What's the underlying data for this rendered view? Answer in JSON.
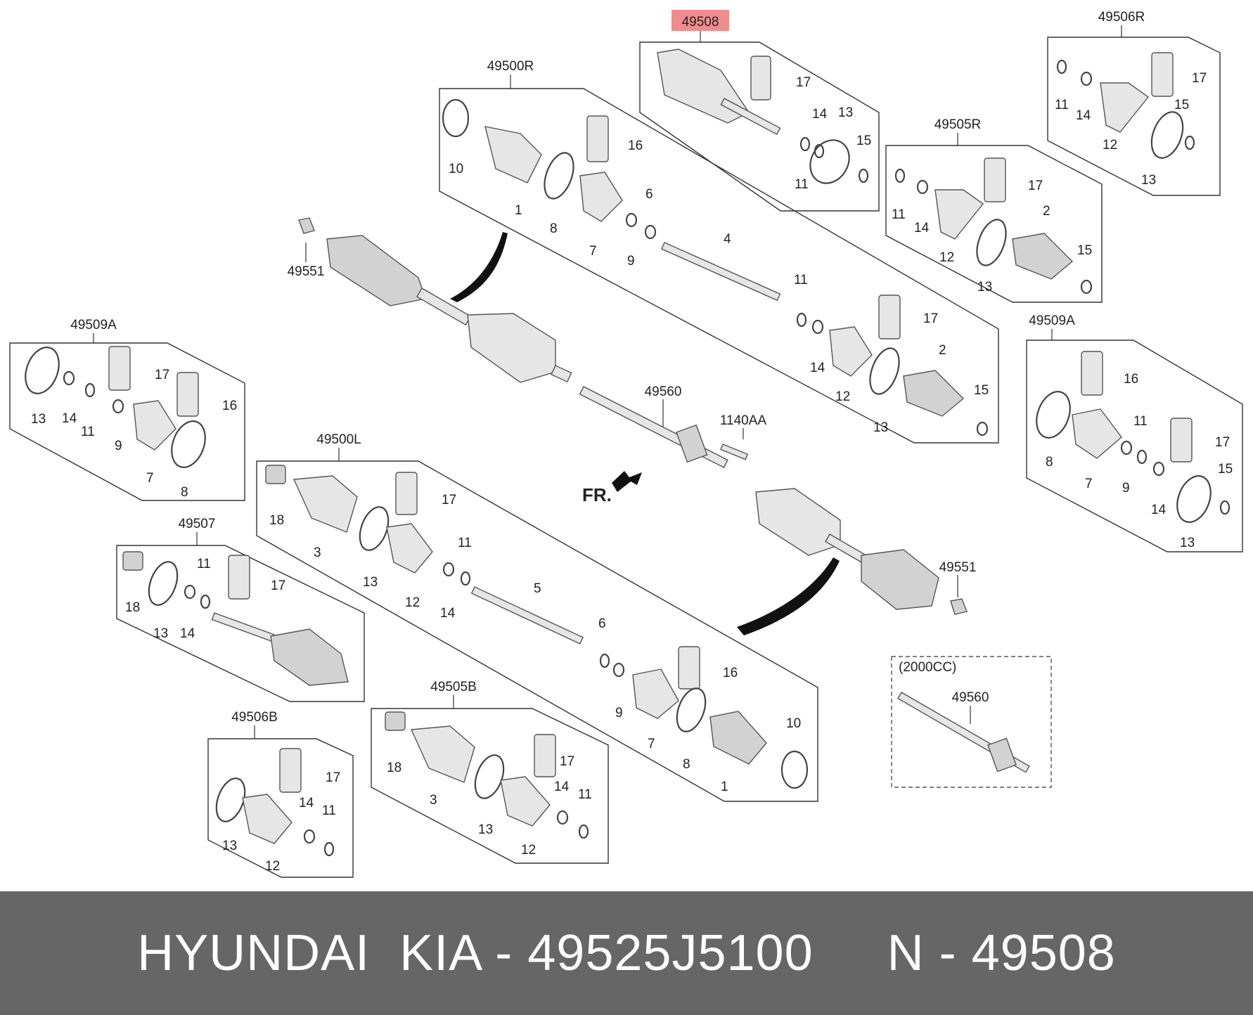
{
  "assemblies": {
    "a49508": "49508",
    "a49506R": "49506R",
    "a49500R": "49500R",
    "a49505R": "49505R",
    "a49509A_left": "49509A",
    "a49509A_right": "49509A",
    "a49500L": "49500L",
    "a49507": "49507",
    "a49505B": "49505B",
    "a49506B": "49506B",
    "a49551_top": "49551",
    "a49551_bottom": "49551",
    "a49560_center": "49560",
    "a1140AA": "1140AA",
    "a49560_option": "49560"
  },
  "option_label": "(2000CC)",
  "direction_label": "FR.",
  "highlight_color": "#f28b8b",
  "parts": {
    "p49508": [
      "17",
      "14",
      "13",
      "15",
      "11"
    ],
    "p49506R": [
      "11",
      "14",
      "12",
      "17",
      "15",
      "13"
    ],
    "p49500R": [
      "10",
      "1",
      "16",
      "8",
      "7",
      "6",
      "9",
      "4",
      "11",
      "17",
      "14",
      "12",
      "13",
      "2",
      "15"
    ],
    "p49505R": [
      "11",
      "14",
      "12",
      "17",
      "2",
      "13",
      "15"
    ],
    "p49509A_left": [
      "13",
      "14",
      "11",
      "17",
      "9",
      "16",
      "7",
      "8"
    ],
    "p49509A_right": [
      "8",
      "16",
      "7",
      "11",
      "9",
      "17",
      "14",
      "15",
      "13"
    ],
    "p49500L": [
      "18",
      "3",
      "17",
      "13",
      "12",
      "11",
      "14",
      "5",
      "6",
      "9",
      "16",
      "7",
      "8",
      "1",
      "10"
    ],
    "p49507": [
      "18",
      "13",
      "11",
      "14",
      "17"
    ],
    "p49505B": [
      "18",
      "3",
      "13",
      "17",
      "12",
      "14",
      "11"
    ],
    "p49506B": [
      "17",
      "13",
      "14",
      "11",
      "12"
    ]
  },
  "footer": {
    "brand": "HYUNDAI  KIA - 49525J5100",
    "ref": "N - 49508"
  }
}
